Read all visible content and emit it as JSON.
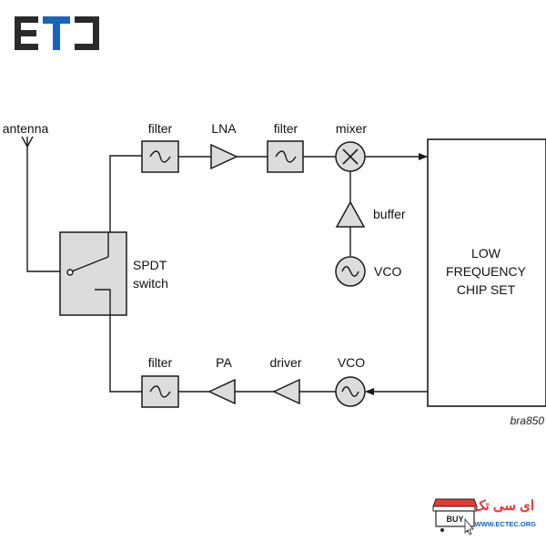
{
  "logo": {
    "text": "ETC",
    "colors": {
      "dark": "#2a2a2a",
      "accent": "#1565c0"
    }
  },
  "labels": {
    "antenna": "antenna",
    "filter_rx_1": "filter",
    "lna": "LNA",
    "filter_rx_2": "filter",
    "mixer": "mixer",
    "buffer": "buffer",
    "vco_rx": "VCO",
    "switch_line1": "SPDT",
    "switch_line2": "switch",
    "chipset_line1": "LOW",
    "chipset_line2": "FREQUENCY",
    "chipset_line3": "CHIP SET",
    "filter_tx": "filter",
    "pa": "PA",
    "driver": "driver",
    "vco_tx": "VCO",
    "figure_id": "bra850"
  },
  "store_badge": {
    "title": "ای سی تک",
    "button": "BUY",
    "url": "WWW.ECTEC.ORG",
    "colors": {
      "title": "#e53935",
      "roof": "#e53935",
      "url": "#1565c0"
    }
  }
}
